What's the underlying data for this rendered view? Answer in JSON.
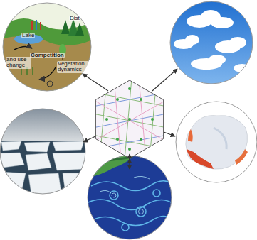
{
  "diagram": {
    "labels": [
      "Lake",
      "Competition",
      "Dist",
      "Vegetation dynamics",
      "and use change"
    ]
  }
}
